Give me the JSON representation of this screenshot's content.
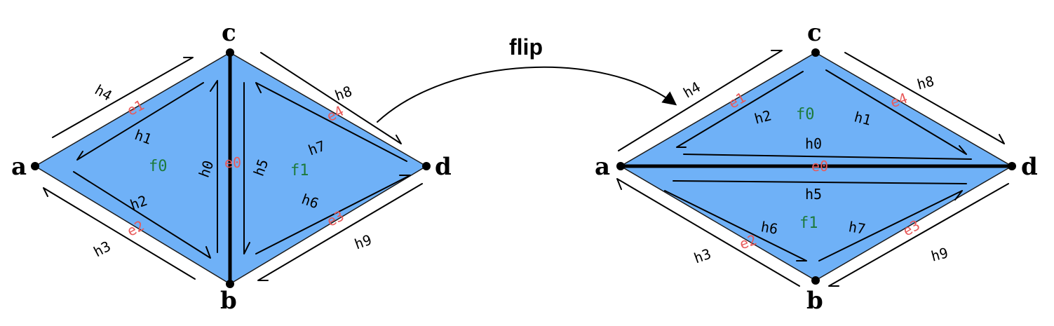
{
  "operation": {
    "label": "flip"
  },
  "before": {
    "vertices": [
      {
        "id": "a",
        "label": "a"
      },
      {
        "id": "b",
        "label": "b"
      },
      {
        "id": "c",
        "label": "c"
      },
      {
        "id": "d",
        "label": "d"
      }
    ],
    "edges": [
      {
        "id": "e0",
        "label": "e0",
        "between": [
          "b",
          "c"
        ],
        "highlighted": true
      },
      {
        "id": "e1",
        "label": "e1",
        "between": [
          "a",
          "c"
        ]
      },
      {
        "id": "e2",
        "label": "e2",
        "between": [
          "a",
          "b"
        ]
      },
      {
        "id": "e3",
        "label": "e3",
        "between": [
          "b",
          "d"
        ]
      },
      {
        "id": "e4",
        "label": "e4",
        "between": [
          "c",
          "d"
        ]
      }
    ],
    "faces": [
      {
        "id": "f0",
        "label": "f0",
        "vertices": [
          "a",
          "b",
          "c"
        ]
      },
      {
        "id": "f1",
        "label": "f1",
        "vertices": [
          "b",
          "c",
          "d"
        ]
      }
    ],
    "halfedges": [
      {
        "id": "h0",
        "label": "h0"
      },
      {
        "id": "h1",
        "label": "h1"
      },
      {
        "id": "h2",
        "label": "h2"
      },
      {
        "id": "h3",
        "label": "h3"
      },
      {
        "id": "h4",
        "label": "h4"
      },
      {
        "id": "h5",
        "label": "h5"
      },
      {
        "id": "h6",
        "label": "h6"
      },
      {
        "id": "h7",
        "label": "h7"
      },
      {
        "id": "h8",
        "label": "h8"
      },
      {
        "id": "h9",
        "label": "h9"
      }
    ]
  },
  "after": {
    "vertices": [
      {
        "id": "a",
        "label": "a"
      },
      {
        "id": "b",
        "label": "b"
      },
      {
        "id": "c",
        "label": "c"
      },
      {
        "id": "d",
        "label": "d"
      }
    ],
    "edges": [
      {
        "id": "e0",
        "label": "e0",
        "between": [
          "a",
          "d"
        ],
        "highlighted": true
      },
      {
        "id": "e1",
        "label": "e1",
        "between": [
          "a",
          "c"
        ]
      },
      {
        "id": "e2",
        "label": "e2",
        "between": [
          "a",
          "b"
        ]
      },
      {
        "id": "e3",
        "label": "e3",
        "between": [
          "b",
          "d"
        ]
      },
      {
        "id": "e4",
        "label": "e4",
        "between": [
          "c",
          "d"
        ]
      }
    ],
    "faces": [
      {
        "id": "f0",
        "label": "f0",
        "vertices": [
          "a",
          "c",
          "d"
        ]
      },
      {
        "id": "f1",
        "label": "f1",
        "vertices": [
          "a",
          "b",
          "d"
        ]
      }
    ],
    "halfedges": [
      {
        "id": "h0",
        "label": "h0"
      },
      {
        "id": "h1",
        "label": "h1"
      },
      {
        "id": "h2",
        "label": "h2"
      },
      {
        "id": "h3",
        "label": "h3"
      },
      {
        "id": "h4",
        "label": "h4"
      },
      {
        "id": "h5",
        "label": "h5"
      },
      {
        "id": "h6",
        "label": "h6"
      },
      {
        "id": "h7",
        "label": "h7"
      },
      {
        "id": "h8",
        "label": "h8"
      },
      {
        "id": "h9",
        "label": "h9"
      }
    ]
  },
  "colors": {
    "face_fill": "#6fb1f7",
    "edge_label": "#e85a5a",
    "face_label": "#1d7a3b",
    "ink": "#000000"
  }
}
